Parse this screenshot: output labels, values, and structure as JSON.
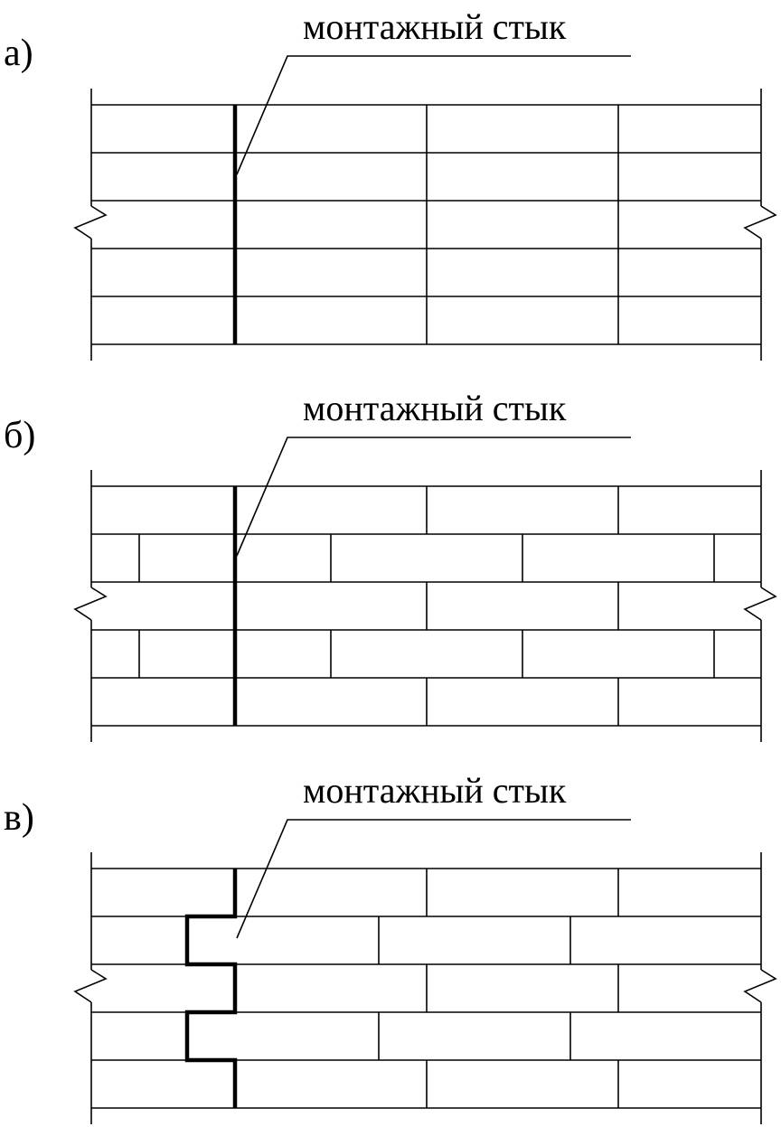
{
  "panels": [
    {
      "id": "a",
      "letter": "а)",
      "label": "монтажный стык",
      "pattern": "stacked"
    },
    {
      "id": "b",
      "letter": "б)",
      "label": "монтажный стык",
      "pattern": "offset"
    },
    {
      "id": "c",
      "letter": "в)",
      "label": "монтажный стык",
      "pattern": "toothed"
    }
  ],
  "colors": {
    "line": "#000000",
    "background": "#ffffff"
  }
}
